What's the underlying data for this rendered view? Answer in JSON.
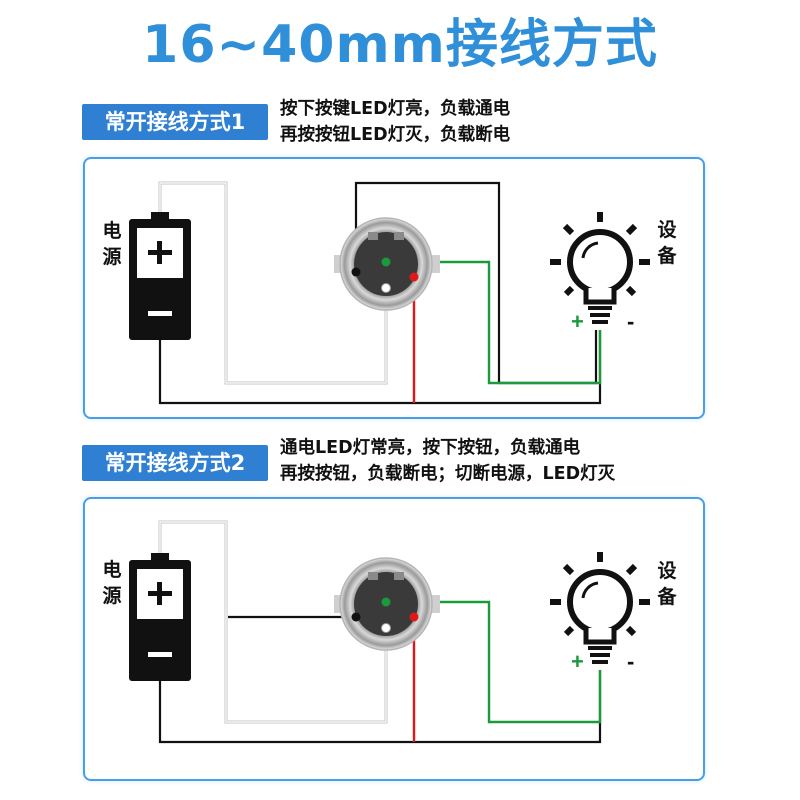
{
  "page": {
    "title": "16~40mm接线方式"
  },
  "diagrams": [
    {
      "tag": "常开接线方式1",
      "desc_lines": [
        "按下按键LED灯亮，负载通电",
        "再按按钮LED灯灭，负载断电"
      ],
      "power_label": "电源",
      "device_label": "设备",
      "battery_plus": "+",
      "battery_minus": "−",
      "bulb_plus": "+",
      "bulb_minus": "-"
    },
    {
      "tag": "常开接线方式2",
      "desc_lines": [
        "通电LED灯常亮，按下按钮，负载通电",
        "再按按钮，负载断电；切断电源，LED灯灭"
      ],
      "power_label": "电源",
      "device_label": "设备",
      "battery_plus": "+",
      "battery_minus": "−",
      "bulb_plus": "+",
      "bulb_minus": "-"
    }
  ],
  "colors": {
    "accent": "#2f8fd8",
    "tag_bg": "#2f7fd3",
    "panel_border": "#4a9ee6",
    "wire_black": "#111111",
    "wire_white": "#c8c8c8",
    "wire_green": "#1a9a3a",
    "wire_red": "#e01818"
  },
  "icons": [
    "battery-icon",
    "push-button-switch-icon",
    "light-bulb-icon"
  ]
}
